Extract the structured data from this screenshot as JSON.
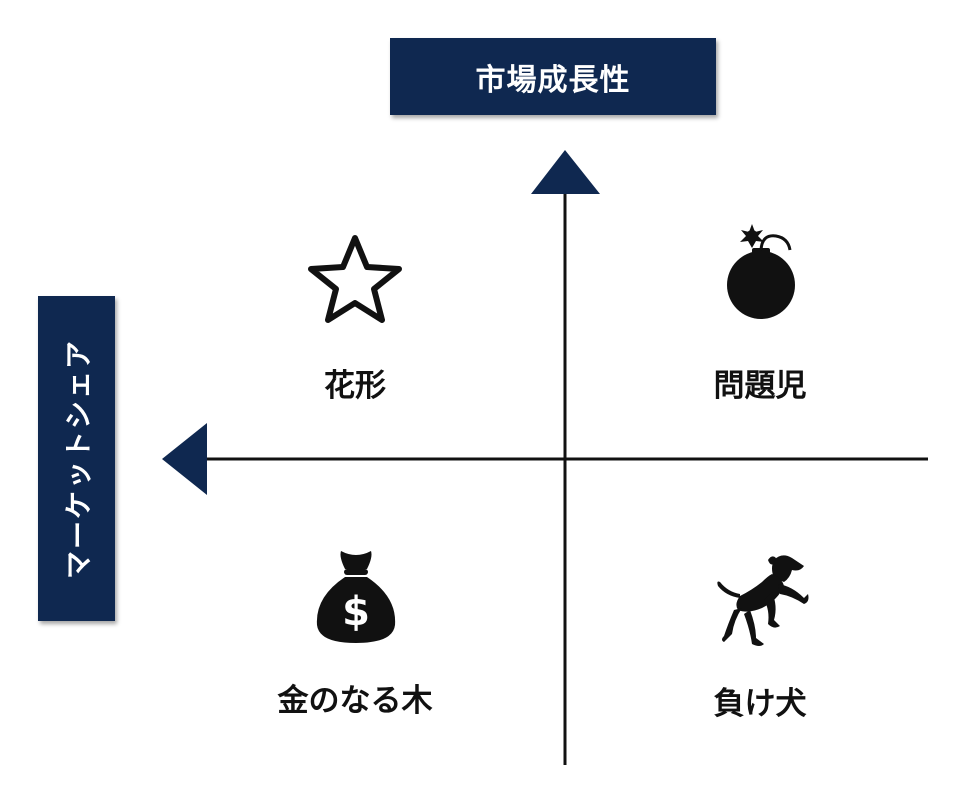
{
  "axes": {
    "y_label": "市場成長性",
    "x_label": "マーケットシェア"
  },
  "quadrants": {
    "top_left": {
      "label": "花形",
      "icon": "star-icon"
    },
    "top_right": {
      "label": "問題児",
      "icon": "bomb-icon"
    },
    "bottom_left": {
      "label": "金のなる木",
      "icon": "money-bag-icon"
    },
    "bottom_right": {
      "label": "負け犬",
      "icon": "dog-icon"
    }
  },
  "colors": {
    "navy": "#0f2850",
    "line": "#111111",
    "text": "#111111"
  }
}
